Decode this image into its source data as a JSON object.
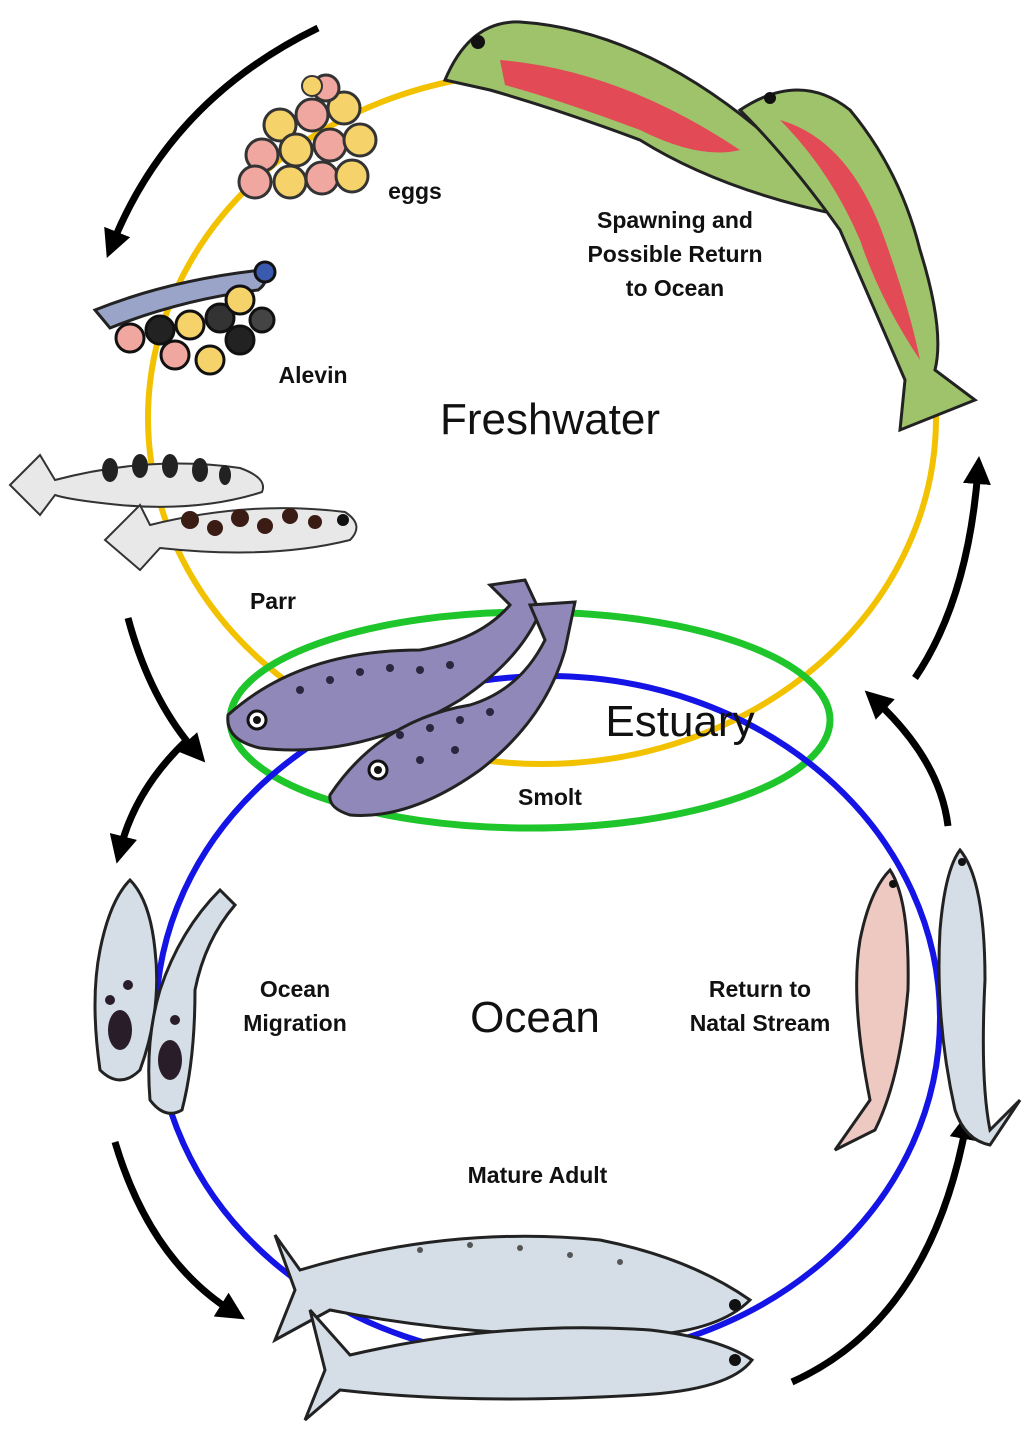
{
  "colors": {
    "freshwater": "#f2c200",
    "estuary": "#1fc62b",
    "ocean": "#1414e6",
    "arrow": "#000000",
    "spawn_red": "#e24a55",
    "spawn_green": "#9ec36a",
    "smolt": "#8f88b8",
    "parr": "#e8e8e8",
    "adult_silver": "#d5dee6",
    "egg_yellow": "#f6d36a",
    "egg_pink": "#f0a7a0"
  },
  "regions": {
    "freshwater": "Freshwater",
    "estuary": "Estuary",
    "ocean": "Ocean"
  },
  "stages": {
    "eggs": "eggs",
    "alevin": "Alevin",
    "parr": "Parr",
    "smolt": "Smolt",
    "ocean_migration": "Ocean\nMigration",
    "mature_adult": "Mature Adult",
    "return_natal": "Return to\nNatal Stream",
    "spawning": "Spawning and\nPossible Return\nto Ocean"
  }
}
